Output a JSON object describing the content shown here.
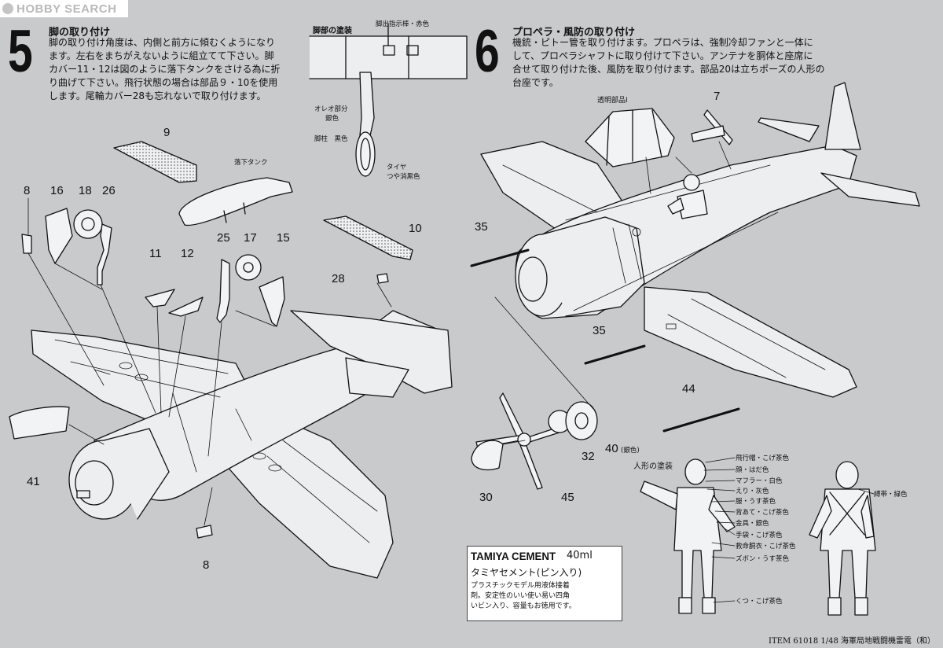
{
  "watermark": "HOBBY SEARCH",
  "step5": {
    "number": "5",
    "title": "脚の取り付け",
    "text_lines": [
      "脚の取り付け角度は、内側と前方に傾むくようになり",
      "ます。左右をまちがえないように組立てて下さい。脚",
      "カバー11・12は図のように落下タンクをさける為に折",
      "り曲げて下さい。飛行状態の場合は部品９・10を使用",
      "します。尾輪カバー28も忘れないで取り付けます。"
    ]
  },
  "gear_painting": {
    "title": "脚部の塗装",
    "indicator": "脚出指示棒・赤色",
    "oleo": "オレオ部分",
    "oleo_color": "銀色",
    "strut": "脚柱　黒色",
    "tire": "タイヤ",
    "tire_color": "つや消黒色"
  },
  "drop_tank_label": "落下タンク",
  "step6": {
    "number": "6",
    "title": "プロペラ・風防の取り付け",
    "text_lines": [
      "機銃・ピトー管を取り付けます。プロペラは、強制冷却ファンと一体に",
      "して、プロペラシャフトに取り付けて下さい。アンテナを胴体と座席に",
      "合せて取り付けた後、風防を取り付けます。部品20は立ちポーズの人形の",
      "台座です。"
    ]
  },
  "clear_parts": "透明部品Ⅰ",
  "part_numbers": {
    "p9": "9",
    "p8a": "8",
    "p16": "16",
    "p18": "18",
    "p26": "26",
    "p11": "11",
    "p12": "12",
    "p25": "25",
    "p17": "17",
    "p15": "15",
    "p10": "10",
    "p28": "28",
    "p41": "41",
    "p8b": "8",
    "p7": "7",
    "p35a": "35",
    "p35b": "35",
    "p44": "44",
    "p40": "40",
    "p40_note": "(銀色)",
    "p32": "32",
    "p30": "30",
    "p45": "45"
  },
  "figure_painting": {
    "title": "人形の塗装",
    "items": [
      "飛行帽・こげ茶色",
      "顔・はだ色",
      "マフラー・白色",
      "えり・灰色",
      "服・うす茶色",
      "背あて・こげ茶色",
      "金具・銀色",
      "手袋・こげ茶色",
      "救命胴衣・こげ茶色",
      "ズボン・うす茶色",
      "くつ・こげ茶色"
    ],
    "belt": "縛帯・緑色"
  },
  "cement_ad": {
    "brand": "TAMIYA CEMENT",
    "volume": "40ml",
    "jp_name": "タミヤセメント(ピン入り)",
    "body_lines": [
      "プラスチックモデル用液体接着",
      "剤。安定性のいい使い易い四角",
      "いビン入り、容量もお徳用です。"
    ]
  },
  "footer": "ITEM  61018  1/48  海軍局地戦闘機雷電（和）",
  "colors": {
    "paper": "#c9cacc",
    "ink": "#111111",
    "panel_white": "#ffffff"
  }
}
